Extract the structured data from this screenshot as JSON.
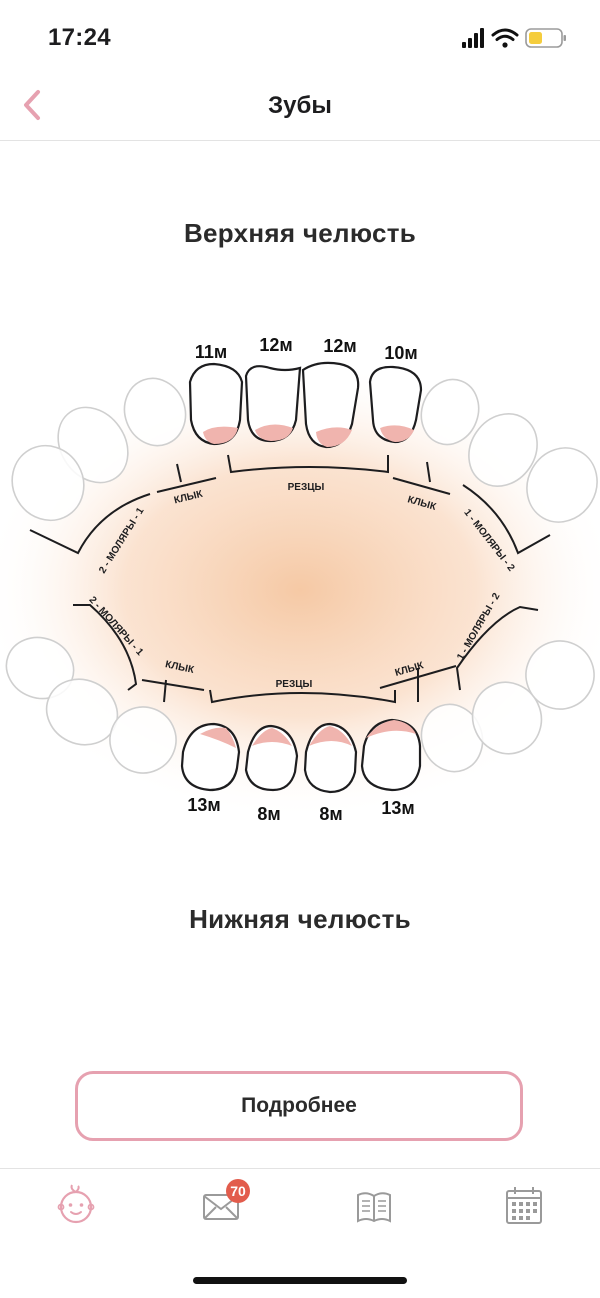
{
  "status": {
    "time": "17:24"
  },
  "nav": {
    "title": "Зубы"
  },
  "upper_jaw": {
    "title": "Верхняя челюсть",
    "tooth_ages": [
      "11м",
      "12м",
      "12м",
      "10м"
    ],
    "groups": {
      "incisors": "РЕЗЦЫ",
      "canine_left": "КЛЫК",
      "canine_right": "КЛЫК",
      "molars_left": "2 - МОЛЯРЫ - 1",
      "molars_right": "1 - МОЛЯРЫ - 2"
    }
  },
  "lower_jaw": {
    "title": "Нижняя челюсть",
    "tooth_ages": [
      "13м",
      "8м",
      "8м",
      "13м"
    ],
    "groups": {
      "incisors": "РЕЗЦЫ",
      "canine_left": "КЛЫК",
      "canine_right": "КЛЫК",
      "molars_left": "2 - МОЛЯРЫ - 1",
      "molars_right": "1 - МОЛЯРЫ - 2"
    }
  },
  "more_button": {
    "label": "Подробнее"
  },
  "tab_bar": {
    "tabs": [
      {
        "icon": "baby-face-icon",
        "active": true
      },
      {
        "icon": "mail-icon",
        "badge": "70"
      },
      {
        "icon": "book-icon"
      },
      {
        "icon": "calendar-icon"
      }
    ]
  },
  "colors": {
    "accent": "#e6a1b0",
    "gum": "#f0b4ae",
    "glow": "#f5c6a0",
    "badge": "#e25c4c"
  }
}
